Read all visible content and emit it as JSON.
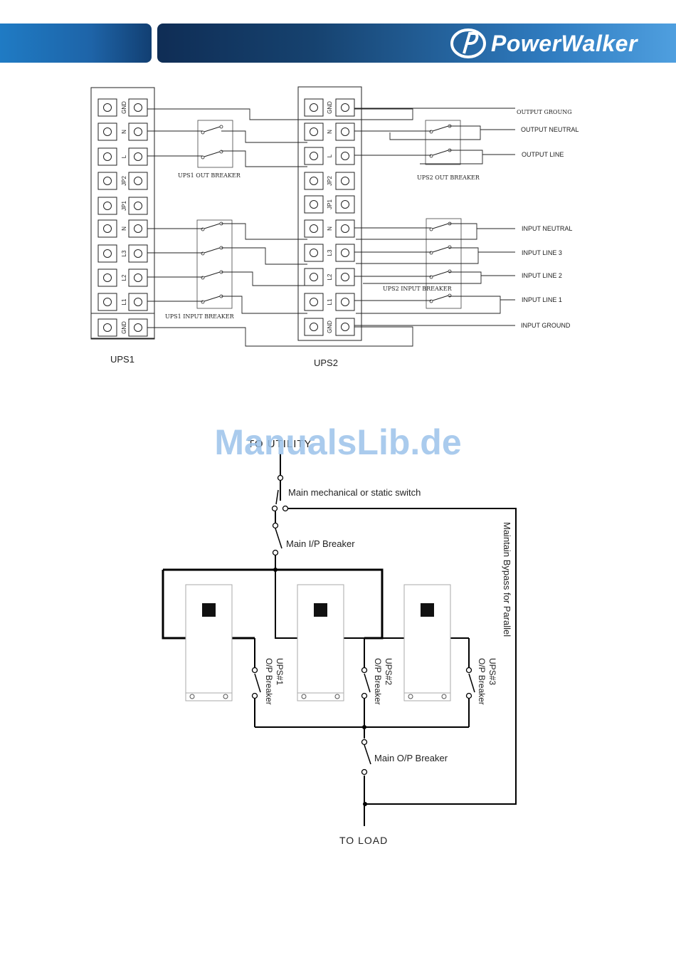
{
  "header": {
    "brand": "PowerWalker"
  },
  "watermark": "ManualsLib.de",
  "diagram1": {
    "ups1_label": "UPS1",
    "ups2_label": "UPS2",
    "ups1_terminals": [
      "GND",
      "N",
      "L",
      "JP2",
      "JP1",
      "N",
      "L3",
      "L2",
      "L1",
      "GND"
    ],
    "ups2_terminals": [
      "GND",
      "N",
      "L",
      "JP2",
      "JP1",
      "N",
      "L3",
      "L2",
      "L1",
      "GND"
    ],
    "ups1_out_breaker": "UPS1 OUT BREAKER",
    "ups1_input_breaker": "UPS1 INPUT BREAKER",
    "ups2_out_breaker": "UPS2 OUT BREAKER",
    "ups2_input_breaker": "UPS2 INPUT BREAKER",
    "output_ground": "OUTPUT GROUNG",
    "output_neutral": "OUTPUT NEUTRAL",
    "output_line": "OUTPUT LINE",
    "input_neutral": "INPUT NEUTRAL",
    "input_line3": "INPUT LINE 3",
    "input_line2": "INPUT LINE 2",
    "input_line1": "INPUT LINE 1",
    "input_ground": "INPUT GROUND"
  },
  "diagram2": {
    "to_utility": "TO UTILITY",
    "main_switch": "Main mechanical or static switch",
    "main_ip_breaker": "Main I/P Breaker",
    "bypass": "Maintain Bypass for Parallel",
    "ups1_name": "UPS#1",
    "ups2_name": "UPS#2",
    "ups3_name": "UPS#3",
    "op_breaker": "O/P Breaker",
    "main_op_breaker": "Main O/P Breaker",
    "to_load": "TO LOAD"
  }
}
